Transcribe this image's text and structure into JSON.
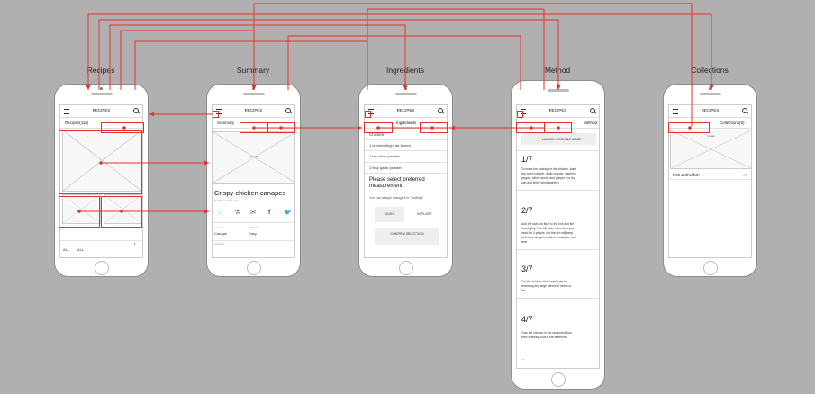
{
  "columns": {
    "recipes": "Recipes",
    "summary": "Summary",
    "ingredients": "Ingredients",
    "method": "Method",
    "collections": "Collections"
  },
  "screens": {
    "recipes": {
      "title": "RECIPES",
      "tab_left": "Recipes(116)",
      "filter_all_1": "ALL",
      "filter_all_2": "ALL",
      "filter_caption": "..."
    },
    "summary": {
      "title": "RECIPES",
      "tab_summary": "Summary",
      "image_caption": "Image",
      "recipe_title": "Crispy chicken canapes",
      "byline": "by Marcus Wareing",
      "course_label": "Course",
      "course_value": "Canape",
      "difficulty_label": "Difficulty",
      "difficulty_value": "Easy",
      "extra_label": "Calories"
    },
    "ingredients": {
      "title": "RECIPES",
      "tab_ingredients": "Ingredients",
      "section": "Chicken",
      "items": [
        "1 chicken thigh, de-boned",
        "1 tsp onion powder",
        "1 tbsp garlic powder"
      ],
      "pref_heading": "Please select preferred measurement",
      "pref_note": "You can always change it in \"Settings\"",
      "opt_metric": "ML/KG",
      "opt_imperial": "IMPLAPE",
      "confirm": "CONFIRM SELECTION"
    },
    "method": {
      "title": "RECIPES",
      "tab_method": "Method",
      "launch": "LAUNCH COOKING MODE",
      "steps": [
        {
          "num": "1/7",
          "text": [
            "To make the coating for the chicken, toast",
            "the onion powder, garlic powder, cayenne",
            "pepper, celery seeds and pepper in a dry",
            "pan and finely grind together"
          ]
        },
        {
          "num": "2/7",
          "text": [
            "Add the salt and flour to the mix and stir",
            "thoroughly. You will have more than you",
            "need for 4 people, but the mix will keep",
            "well in an airtight container. ready for next",
            "time"
          ]
        },
        {
          "num": "3/7",
          "text": [
            "Cut the chicken into 4 equal pieces,",
            "removing any large pieces of sinew or",
            "fat"
          ]
        },
        {
          "num": "4/7",
          "text": [
            "Toss the chicken in the seasoned flour,",
            "then carefully coat in the buttermilk"
          ]
        }
      ],
      "more": "...",
      "launch_icon": "lightning-icon"
    },
    "collections": {
      "title": "RECIPES",
      "tab_collections": "Collections(6)",
      "image_caption": "Image",
      "item_label": "Fish & Shellfish",
      "item_count": "36"
    }
  },
  "colors": {
    "background": "#b0b0b0",
    "connector": "#e8312a"
  }
}
